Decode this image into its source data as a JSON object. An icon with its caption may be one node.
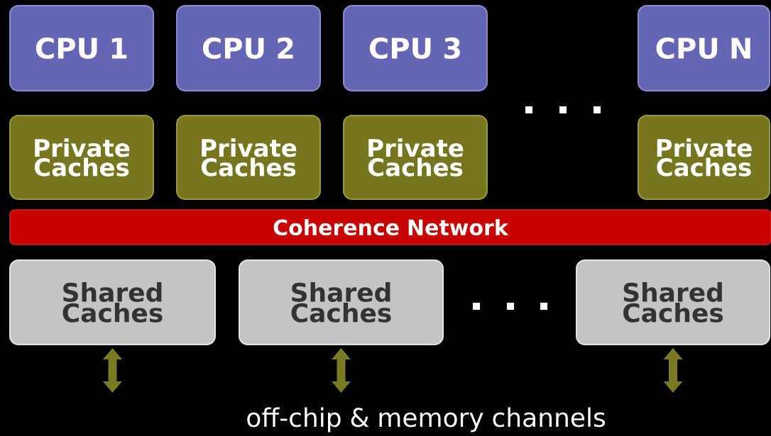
{
  "diagram": {
    "nodes": [
      {
        "text": [
          "CPU 1"
        ]
      },
      {
        "text": [
          "CPU 2"
        ]
      },
      {
        "text": [
          "CPU 3"
        ]
      },
      {
        "text": [
          "CPU N"
        ]
      },
      {
        "text": [
          "Private Caches"
        ]
      },
      {
        "text": [
          "Private Caches"
        ]
      },
      {
        "text": [
          "Private Caches"
        ]
      },
      {
        "text": [
          "Private Caches"
        ]
      },
      {
        "text": [
          "Coherence Network"
        ]
      },
      {
        "text": [
          "Shared Caches"
        ]
      },
      {
        "text": [
          "Shared Caches"
        ]
      },
      {
        "text": [
          "Shared Caches"
        ]
      }
    ],
    "edges": [
      {
        "from": 9,
        "to": null,
        "arrow": "both"
      },
      {
        "from": 10,
        "to": null,
        "arrow": "both"
      },
      {
        "from": 11,
        "to": null,
        "arrow": "both"
      }
    ],
    "labels": [
      "off-chip & memory channels"
    ]
  }
}
